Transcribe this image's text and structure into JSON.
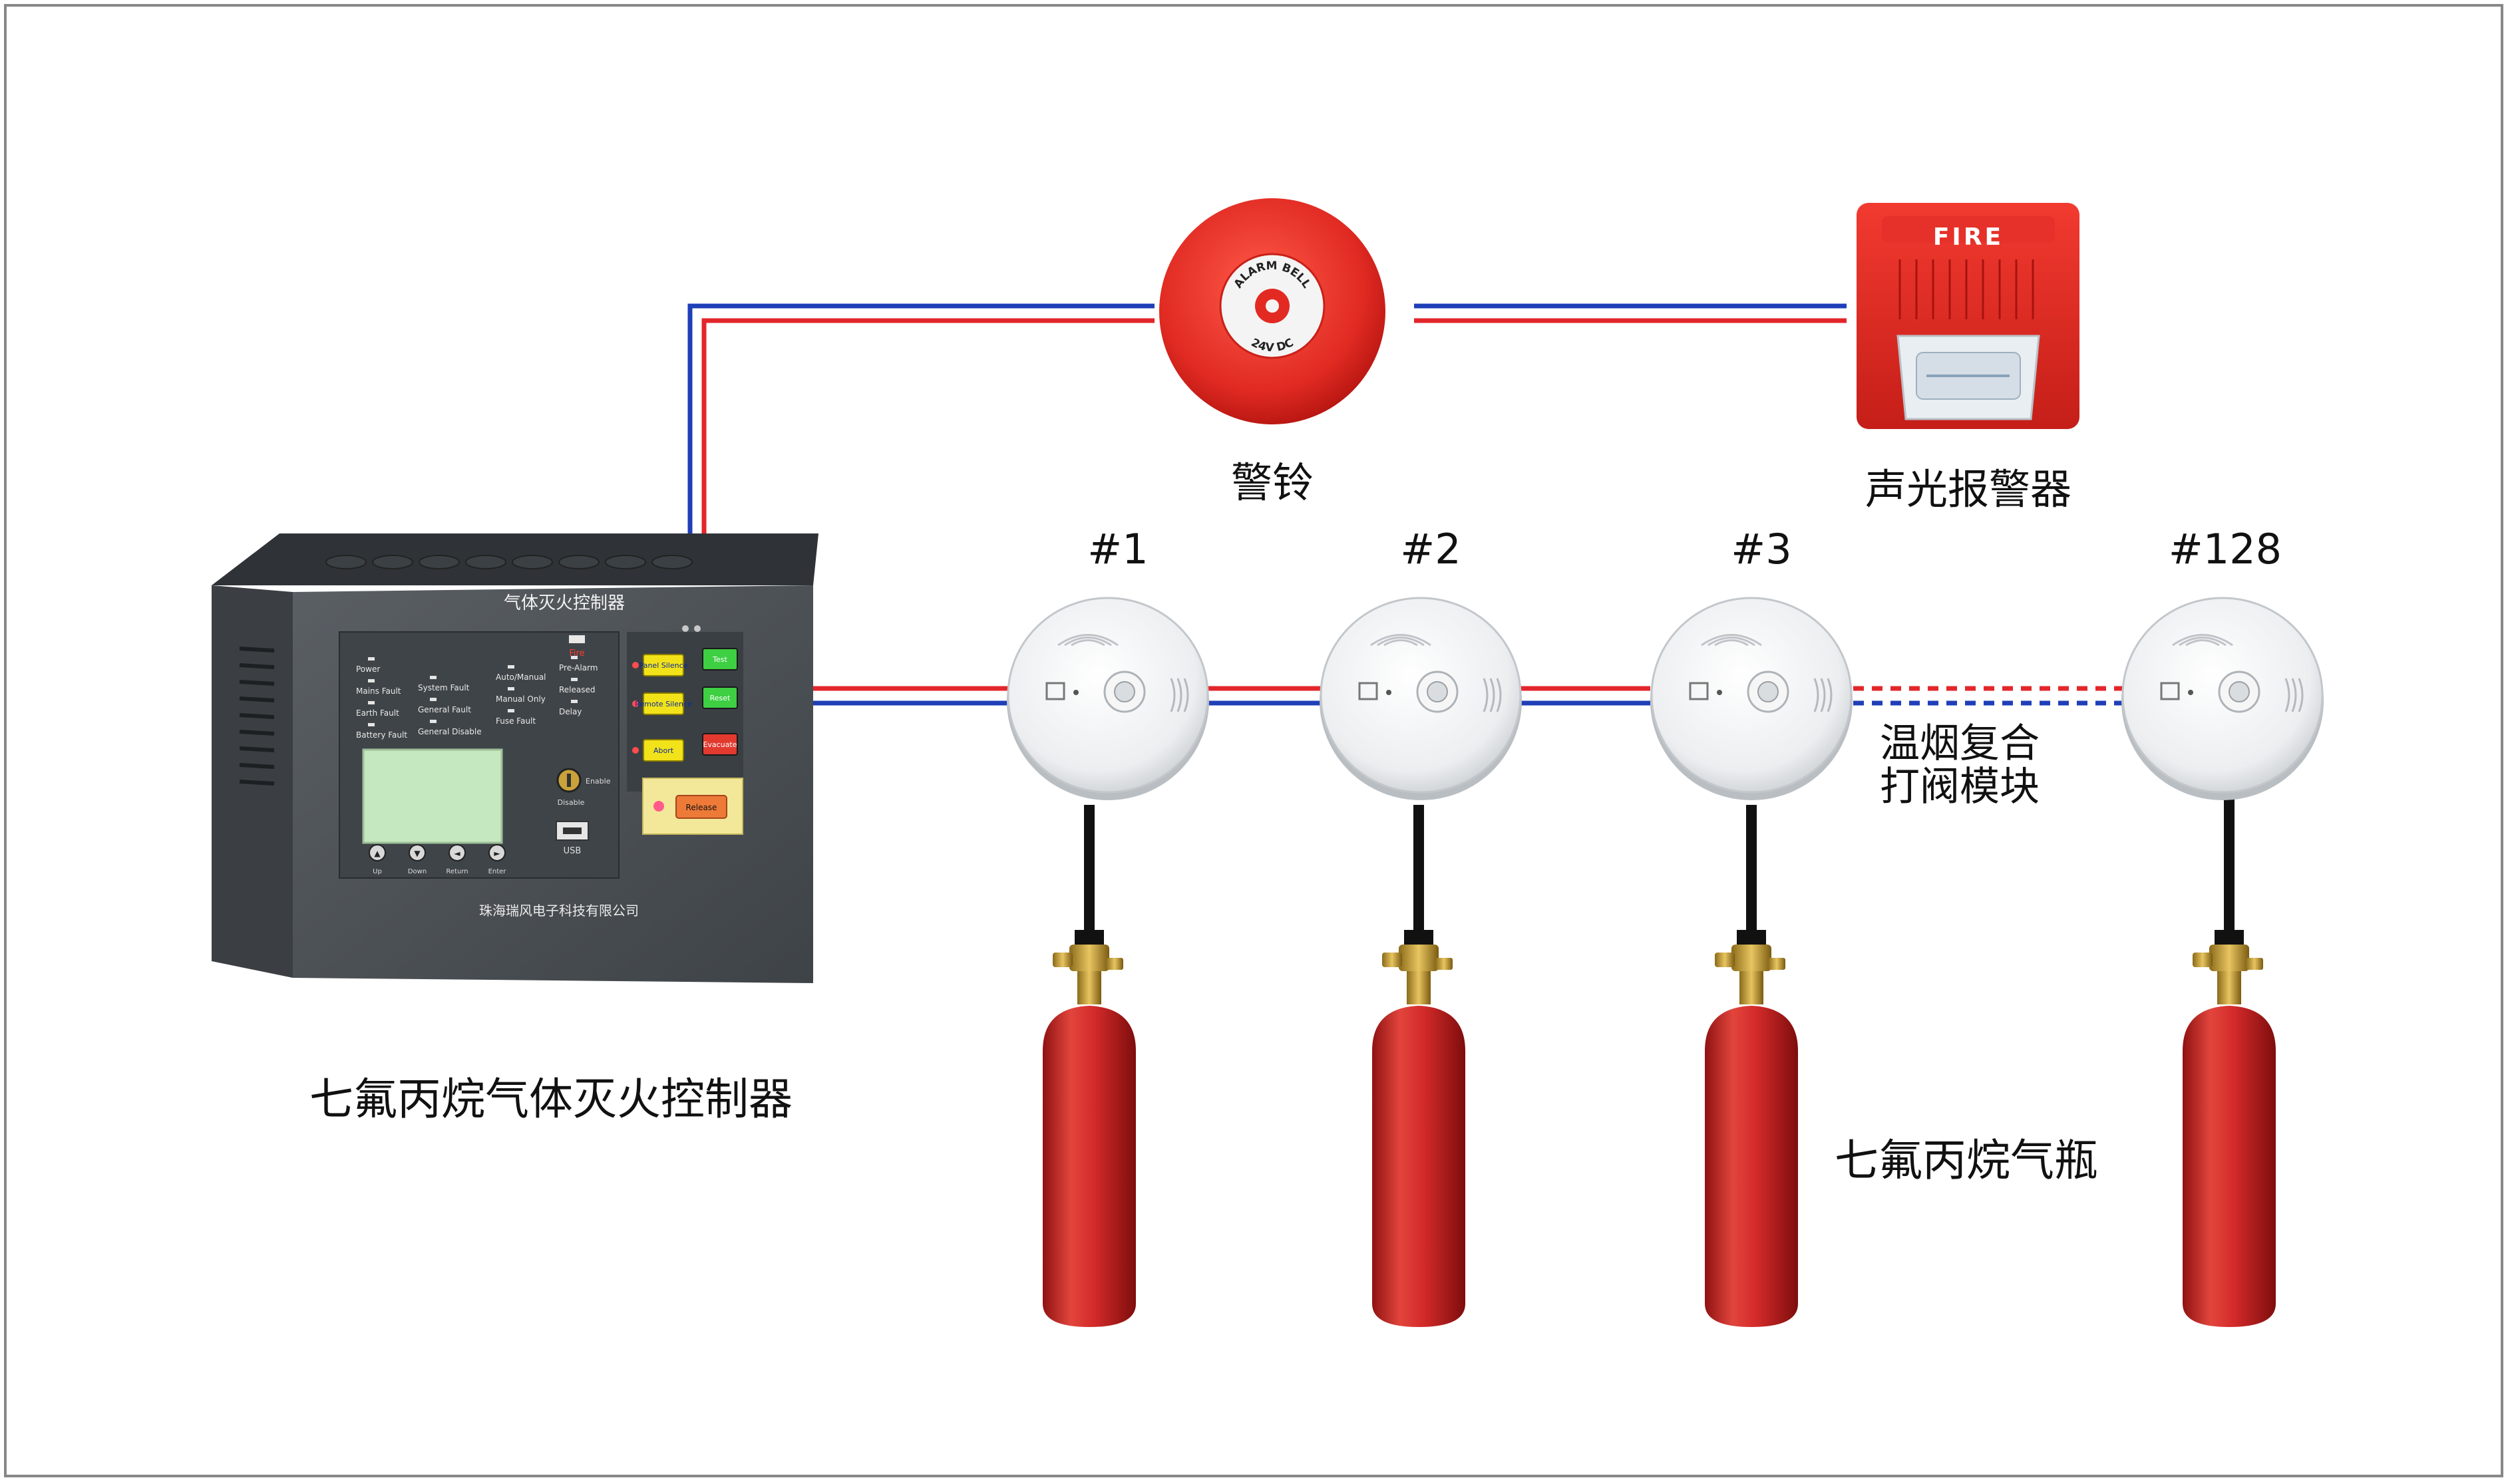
{
  "labels": {
    "bell": "警铃",
    "strobe": "声光报警器",
    "controller_caption": "七氟丙烷气体灭火控制器",
    "module": [
      "温烟复合",
      "打阀模块"
    ],
    "cylinder_caption": "七氟丙烷气瓶"
  },
  "detectors": [
    "#1",
    "#2",
    "#3",
    "#128"
  ],
  "bell_face": {
    "top": "ALARM BELL",
    "bottom": "24V DC"
  },
  "strobe_face": {
    "text": "FIRE"
  },
  "panel": {
    "title": "气体灭火控制器",
    "company": "珠海瑞风电子科技有限公司",
    "fire_indicator": "Fire",
    "status_col1": [
      "Power",
      "Mains Fault",
      "Earth Fault",
      "Battery Fault"
    ],
    "status_col2": [
      "System Fault",
      "General Fault",
      "General Disable"
    ],
    "status_col3": [
      "Auto/Manual",
      "Manual Only",
      "Fuse Fault"
    ],
    "status_col4": [
      "Pre-Alarm",
      "Released",
      "Delay"
    ],
    "left_buttons": [
      "Panel Silence",
      "Remote Silence",
      "Abort"
    ],
    "right_buttons": [
      "Test",
      "Reset",
      "Evacuate"
    ],
    "release_button": "Release",
    "key_label": "Enable",
    "key_sub": "Disable",
    "usb_label": "USB",
    "nav_buttons": [
      "Up",
      "Down",
      "Return",
      "Enter"
    ]
  },
  "colors": {
    "wire_red": "#e3262b",
    "wire_blue": "#1f3fb8",
    "cylinder_red": "#d42a2a",
    "panel_gray": "#4d5257",
    "lcd_green": "#c5e8c0"
  }
}
